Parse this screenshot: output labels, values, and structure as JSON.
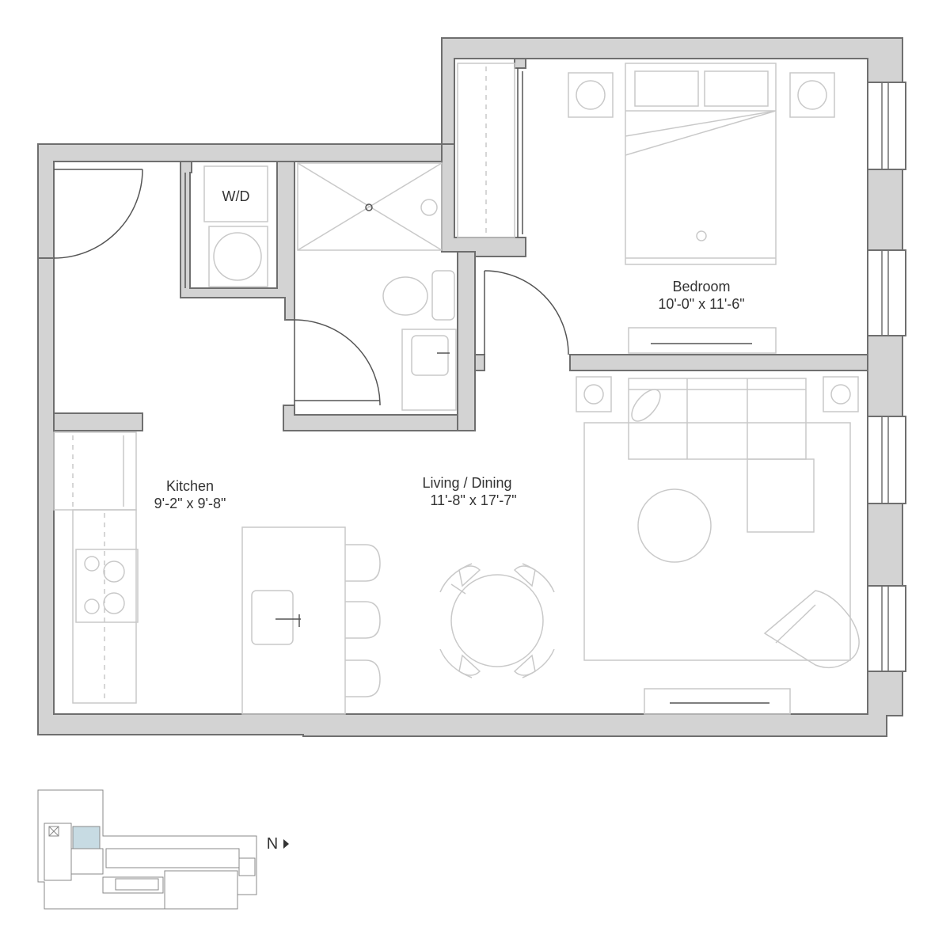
{
  "rooms": {
    "wd": {
      "name": "W/D"
    },
    "bedroom": {
      "name": "Bedroom",
      "dims": "10'-0\" x 11'-6\""
    },
    "kitchen": {
      "name": "Kitchen",
      "dims": "9'-2\" x 9'-8\""
    },
    "living": {
      "name": "Living / Dining",
      "dims": "11'-8\" x 17'-7\""
    }
  },
  "compass": {
    "label": "N"
  }
}
